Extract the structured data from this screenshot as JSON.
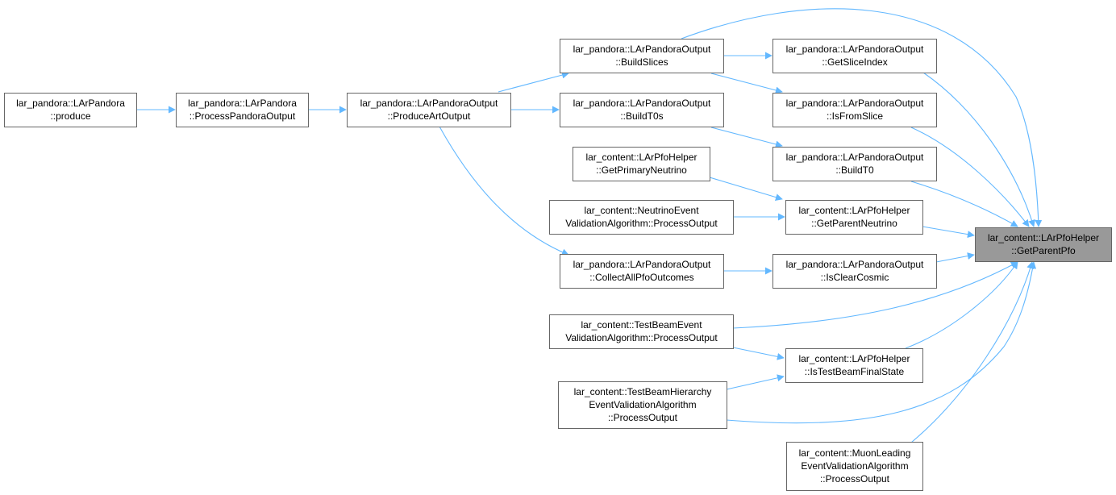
{
  "diagram": {
    "colors": {
      "edge": "#63b8ff",
      "node_border": "#666666",
      "target_fill": "#999999",
      "node_fill": "#ffffff"
    },
    "nodes": {
      "produce": {
        "lines": [
          "lar_pandora::LArPandora",
          "::produce"
        ]
      },
      "processPandoraOutput": {
        "lines": [
          "lar_pandora::LArPandora",
          "::ProcessPandoraOutput"
        ]
      },
      "produceArtOutput": {
        "lines": [
          "lar_pandora::LArPandoraOutput",
          "::ProduceArtOutput"
        ]
      },
      "buildSlices": {
        "lines": [
          "lar_pandora::LArPandoraOutput",
          "::BuildSlices"
        ]
      },
      "buildT0s": {
        "lines": [
          "lar_pandora::LArPandoraOutput",
          "::BuildT0s"
        ]
      },
      "getPrimaryNeutrino": {
        "lines": [
          "lar_content::LArPfoHelper",
          "::GetPrimaryNeutrino"
        ]
      },
      "neutrinoEventValidation": {
        "lines": [
          "lar_content::NeutrinoEvent",
          "ValidationAlgorithm::ProcessOutput"
        ]
      },
      "collectAllPfoOutcomes": {
        "lines": [
          "lar_pandora::LArPandoraOutput",
          "::CollectAllPfoOutcomes"
        ]
      },
      "testBeamEventValidation": {
        "lines": [
          "lar_content::TestBeamEvent",
          "ValidationAlgorithm::ProcessOutput"
        ]
      },
      "testBeamHierarchyValidation": {
        "lines": [
          "lar_content::TestBeamHierarchy",
          "EventValidationAlgorithm",
          "::ProcessOutput"
        ]
      },
      "getSliceIndex": {
        "lines": [
          "lar_pandora::LArPandoraOutput",
          "::GetSliceIndex"
        ]
      },
      "isFromSlice": {
        "lines": [
          "lar_pandora::LArPandoraOutput",
          "::IsFromSlice"
        ]
      },
      "buildT0": {
        "lines": [
          "lar_pandora::LArPandoraOutput",
          "::BuildT0"
        ]
      },
      "getParentNeutrino": {
        "lines": [
          "lar_content::LArPfoHelper",
          "::GetParentNeutrino"
        ]
      },
      "isClearCosmic": {
        "lines": [
          "lar_pandora::LArPandoraOutput",
          "::IsClearCosmic"
        ]
      },
      "isTestBeamFinalState": {
        "lines": [
          "lar_content::LArPfoHelper",
          "::IsTestBeamFinalState"
        ]
      },
      "muonLeadingValidation": {
        "lines": [
          "lar_content::MuonLeading",
          "EventValidationAlgorithm",
          "::ProcessOutput"
        ]
      },
      "getParentPfo": {
        "lines": [
          "lar_content::LArPfoHelper",
          "::GetParentPfo"
        ]
      }
    },
    "edges": [
      [
        "produce",
        "processPandoraOutput"
      ],
      [
        "processPandoraOutput",
        "produceArtOutput"
      ],
      [
        "produceArtOutput",
        "buildSlices"
      ],
      [
        "produceArtOutput",
        "buildT0s"
      ],
      [
        "produceArtOutput",
        "collectAllPfoOutcomes"
      ],
      [
        "buildSlices",
        "getSliceIndex"
      ],
      [
        "buildSlices",
        "isFromSlice"
      ],
      [
        "buildSlices",
        "getParentPfo"
      ],
      [
        "buildT0s",
        "buildT0"
      ],
      [
        "getPrimaryNeutrino",
        "getParentNeutrino"
      ],
      [
        "neutrinoEventValidation",
        "getParentNeutrino"
      ],
      [
        "collectAllPfoOutcomes",
        "isClearCosmic"
      ],
      [
        "testBeamEventValidation",
        "isTestBeamFinalState"
      ],
      [
        "testBeamEventValidation",
        "getParentPfo"
      ],
      [
        "testBeamHierarchyValidation",
        "isTestBeamFinalState"
      ],
      [
        "testBeamHierarchyValidation",
        "getParentPfo"
      ],
      [
        "getSliceIndex",
        "getParentPfo"
      ],
      [
        "isFromSlice",
        "getParentPfo"
      ],
      [
        "buildT0",
        "getParentPfo"
      ],
      [
        "getParentNeutrino",
        "getParentPfo"
      ],
      [
        "isClearCosmic",
        "getParentPfo"
      ],
      [
        "isTestBeamFinalState",
        "getParentPfo"
      ],
      [
        "muonLeadingValidation",
        "getParentPfo"
      ]
    ]
  }
}
